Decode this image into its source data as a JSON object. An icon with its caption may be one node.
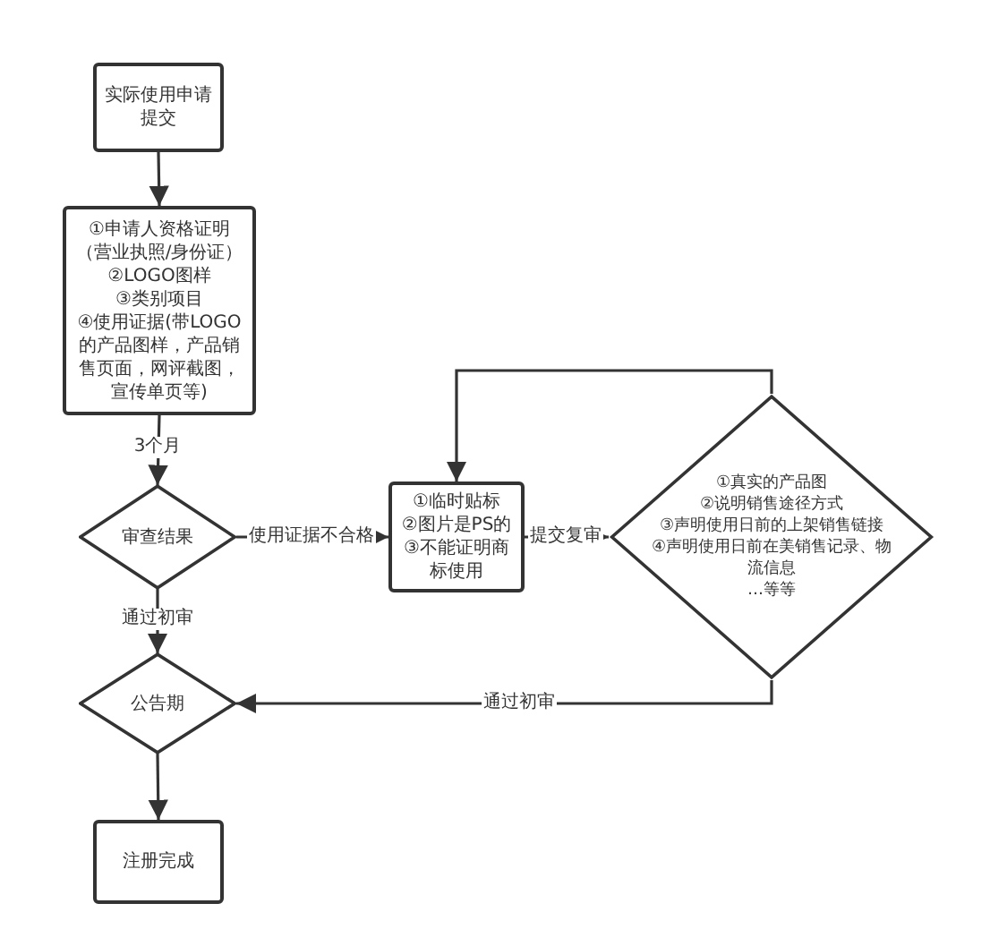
{
  "diagram": {
    "nodes": [
      {
        "text": [
          "实际使用申请提交"
        ]
      },
      {
        "text": [
          "①申请人资格证明（营业执照/身份证）",
          "②LOGO图样",
          "③类别项目",
          "④使用证据(带LOGO的产品图样，产品销售页面，网评截图，宣传单页等)"
        ]
      },
      {
        "text": [
          "审查结果"
        ]
      },
      {
        "text": [
          "①临时贴标",
          "②图片是PS的",
          "③不能证明商标使用"
        ]
      },
      {
        "text": [
          "①真实的产品图",
          "②说明销售途径方式",
          "③声明使用日前的上架销售链接",
          "④声明使用日前在美销售记录、物流信息",
          "…等等"
        ]
      },
      {
        "text": [
          "公告期"
        ]
      },
      {
        "text": [
          "注册完成"
        ]
      }
    ],
    "edges": [
      {
        "from": 0,
        "to": 1,
        "arrow": "to"
      },
      {
        "from": 1,
        "to": 2,
        "arrow": "to",
        "label": "3个月"
      },
      {
        "from": 2,
        "to": 3,
        "arrow": "to",
        "label": "使用证据不合格"
      },
      {
        "from": 3,
        "to": 4,
        "arrow": "to",
        "label": "提交复审"
      },
      {
        "from": 4,
        "to": 3,
        "arrow": "to"
      },
      {
        "from": 4,
        "to": 5,
        "arrow": "to",
        "label": "通过初审"
      },
      {
        "from": 2,
        "to": 5,
        "arrow": "to",
        "label": "通过初审"
      },
      {
        "from": 5,
        "to": 6,
        "arrow": "to"
      }
    ]
  }
}
